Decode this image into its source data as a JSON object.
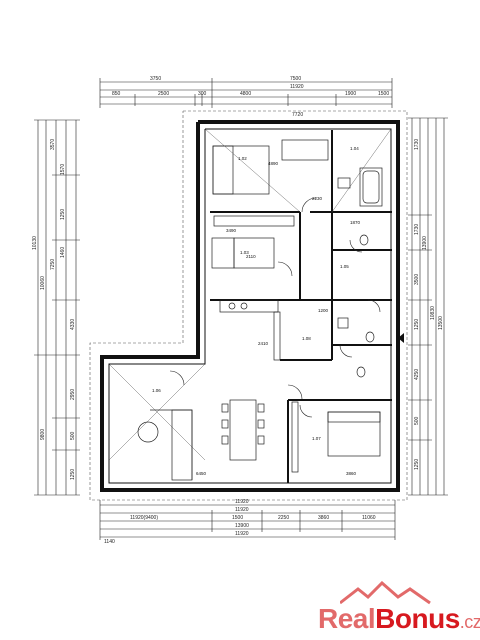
{
  "drawing": {
    "title": "floor-plan",
    "dims_top": [
      "3750",
      "7500",
      "11920",
      "850",
      "2500",
      "300",
      "4800",
      "7720",
      "1900",
      "1500"
    ],
    "dims_bottom": [
      "11920",
      "11920",
      "11920(9400)",
      "1500",
      "2250",
      "3860",
      "11060",
      "13900",
      "11920",
      "1140"
    ],
    "dims_left": [
      "10130",
      "10060",
      "3570",
      "7250",
      "1570",
      "1250",
      "1460",
      "4330",
      "9800",
      "2950",
      "500",
      "1250"
    ],
    "dims_right": [
      "13500",
      "10830",
      "1730",
      "1730",
      "3500",
      "1250",
      "4250",
      "500",
      "1250",
      "13900"
    ],
    "rooms": [
      "4890",
      "3490",
      "2110",
      "2410",
      "6450",
      "3860",
      "2230",
      "1870",
      "1200"
    ],
    "interior_labels": [
      "1.02",
      "1.03",
      "1.04",
      "1.05",
      "1.06",
      "1.07",
      "1.08"
    ]
  },
  "brand": {
    "part1": "Real",
    "part2": "Bonus",
    "part3": ".cz",
    "color_light": "#e26a6a",
    "color_dark": "#d7191f"
  }
}
